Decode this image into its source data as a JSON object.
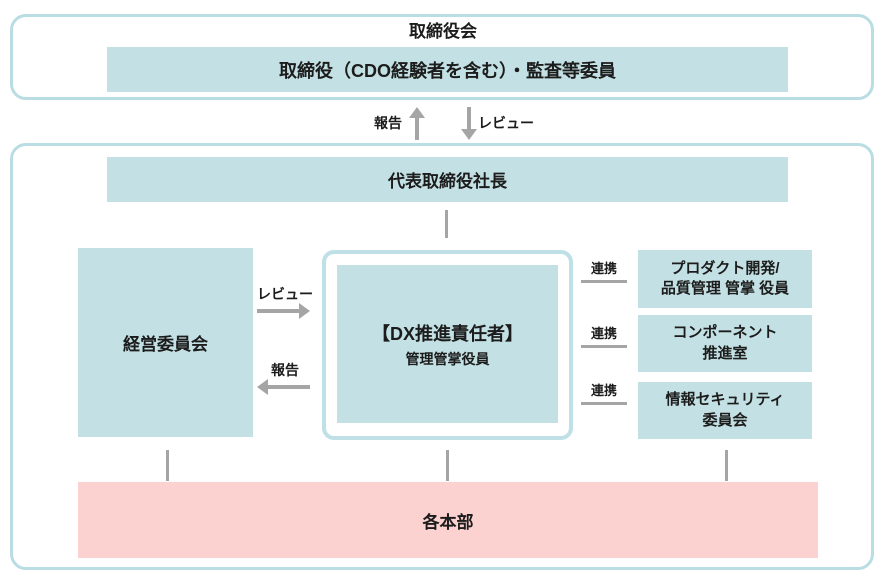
{
  "board_section": {
    "title": "取締役会",
    "directors_box": "取締役（CDO経験者を含む）・監査等委員"
  },
  "top_flows": {
    "report": "報告",
    "review": "レビュー"
  },
  "main_section": {
    "president": "代表取締役社長",
    "management_committee": "経営委員会",
    "dx_officer": {
      "title": "【DX推進責任者】",
      "subtitle": "管理管掌役員"
    },
    "committee_flows": {
      "review": "レビュー",
      "report": "報告"
    },
    "collaboration": "連携",
    "right_boxes": [
      {
        "line1": "プロダクト開発/",
        "line2": "品質管理 管掌 役員"
      },
      {
        "line1": "コンポーネント",
        "line2": "推進室"
      },
      {
        "line1": "情報セキュリティ",
        "line2": "委員会"
      }
    ],
    "headquarters": "各本部"
  },
  "colors": {
    "box_teal": "#c3e1e4",
    "frame_border": "#b9dde3",
    "box_pink": "#fcd2d1",
    "connector_gray": "#a5a5a5",
    "text": "#1c1c1c"
  }
}
